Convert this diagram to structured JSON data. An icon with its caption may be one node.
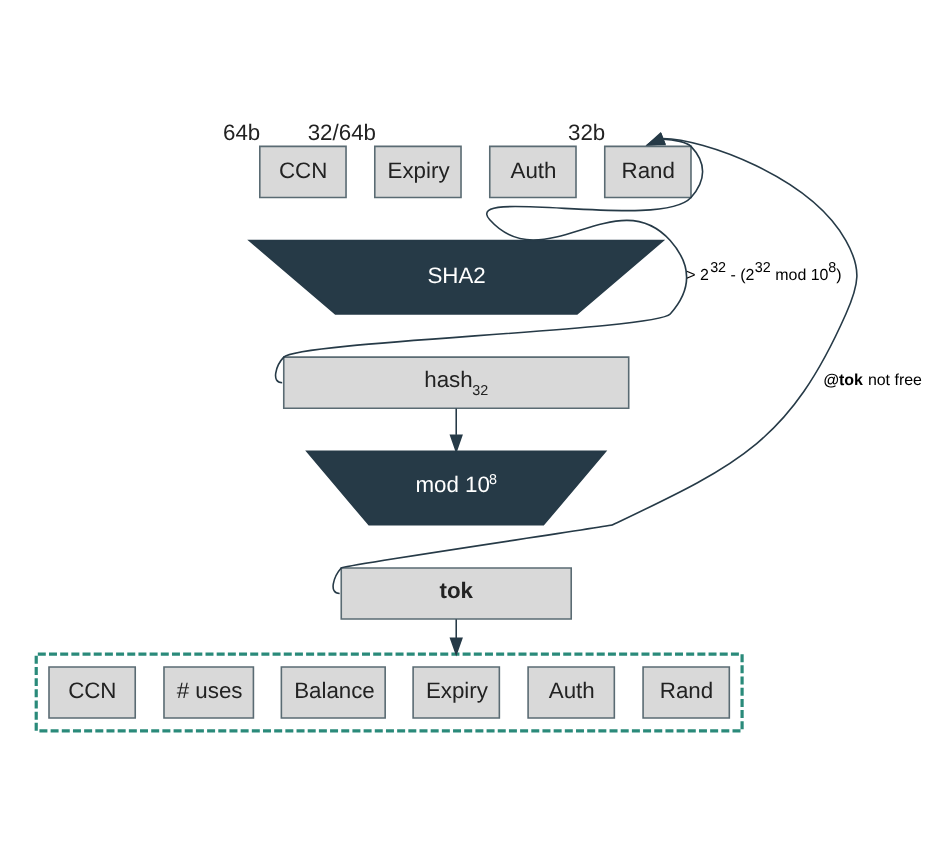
{
  "diagram": {
    "nodes": [
      {
        "text": [
          "CCN"
        ],
        "beside": [
          "64b"
        ]
      },
      {
        "text": [
          "Expiry"
        ],
        "beside": [
          "32/64b"
        ]
      },
      {
        "text": [
          "Auth"
        ]
      },
      {
        "text": [
          "Rand"
        ],
        "beside": [
          "32b"
        ]
      },
      {
        "text": [
          "SHA2"
        ]
      },
      {
        "text": [
          "hash$_{32}$"
        ]
      },
      {
        "text": [
          "mod 10$^{8}$"
        ]
      },
      {
        "text": [
          "tok"
        ]
      },
      {
        "text": [],
        "shape": "box"
      },
      {
        "text": [
          "CCN"
        ],
        "in": 8
      },
      {
        "text": [
          "# uses"
        ],
        "in": 8
      },
      {
        "text": [
          "Balance"
        ],
        "in": 8
      },
      {
        "text": [
          "Expiry"
        ],
        "in": 8
      },
      {
        "text": [
          "Auth"
        ],
        "in": 8
      },
      {
        "text": [
          "Rand"
        ],
        "in": 8
      }
    ],
    "edges": [
      {
        "from": 5,
        "to": 3,
        "arrow": "to",
        "label": "> 2$^{32}$ - (2$^{32}$ mod 10$^{8}$)"
      },
      {
        "from": 7,
        "to": 3,
        "arrow": "to",
        "label": "**@tok** not free"
      },
      {
        "from": 5,
        "to": 6,
        "arrow": "to"
      },
      {
        "from": 7,
        "to": 8,
        "arrow": "to"
      }
    ]
  }
}
